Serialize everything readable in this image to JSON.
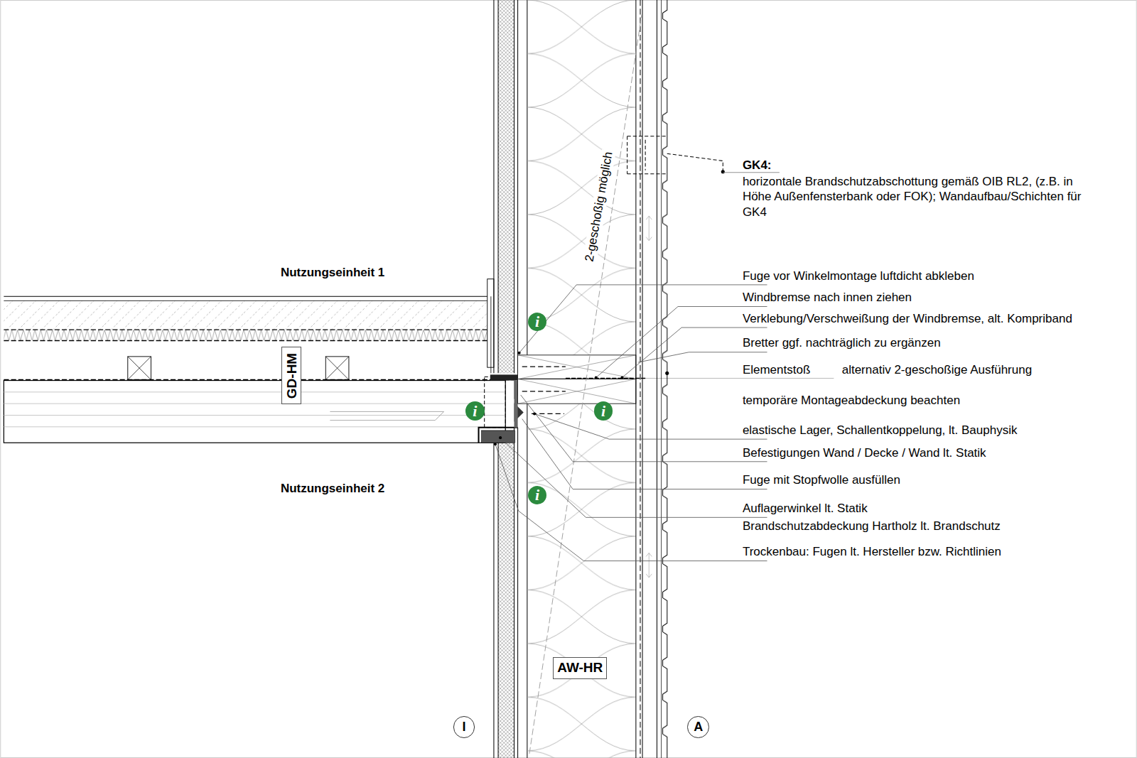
{
  "diagram": {
    "nodes": [
      {
        "text": [
          "i"
        ]
      },
      {
        "text": [
          "GD-HM"
        ]
      },
      {
        "text": [
          "i"
        ]
      },
      {
        "text": [
          "i"
        ]
      },
      {
        "text": [
          "i"
        ]
      },
      {
        "text": [
          "AW-HR"
        ]
      },
      {
        "text": [
          "I"
        ]
      },
      {
        "text": [
          "A"
        ]
      }
    ],
    "labels": [
      "Nutzungseinheit 1",
      "GK4:",
      "horizontale Brandschutzabschottung gemäß OIB RL2, (z.B. in Höhe Außenfensterbank oder FOK); Wandaufbau/Schichten für GK4",
      "2-geschoßig möglich",
      "Fuge vor Winkelmontage luftdicht abkleben",
      "Windbremse nach innen ziehen",
      "Verklebung/Verschweißung der Windbremse, alt. Kompriband",
      "Bretter ggf. nachträglich zu ergänzen",
      "Elementstoß",
      "alternativ 2-geschoßige Ausführung",
      "temporäre Montageabdeckung beachten",
      "elastische Lager, Schallentkoppelung, lt. Bauphysik",
      "Befestigungen Wand / Decke / Wand lt. Statik",
      "Nutzungseinheit 2",
      "Fuge mit Stopfwolle ausfüllen",
      "Auflagerwinkel lt. Statik",
      "Brandschutzabdeckung Hartholz lt. Brandschutz",
      "Trockenbau: Fugen lt. Hersteller bzw. Richtlinien"
    ]
  }
}
